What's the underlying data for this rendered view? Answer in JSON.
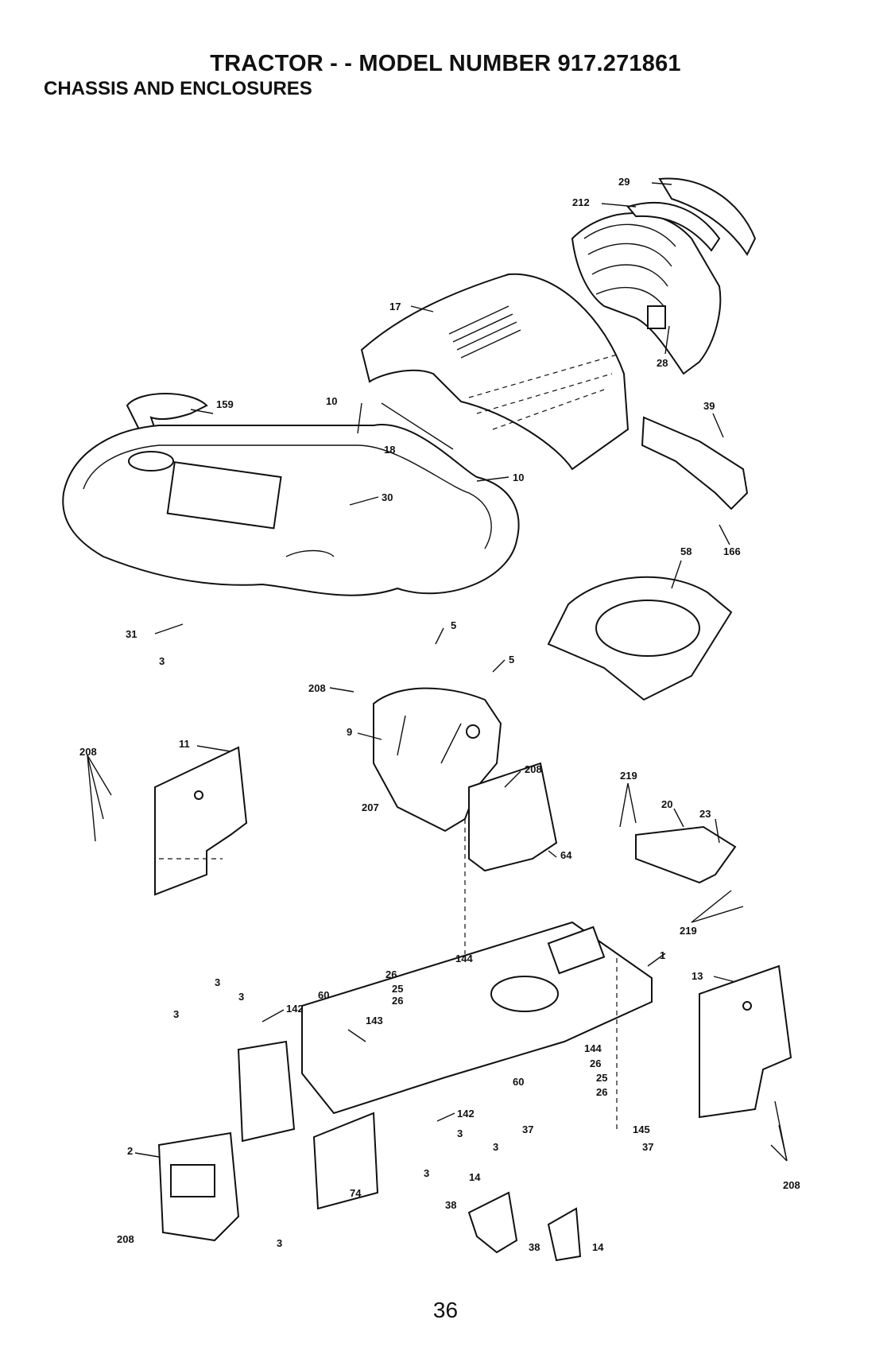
{
  "header": {
    "title": "TRACTOR - - MODEL NUMBER 917.271861",
    "subtitle": "CHASSIS AND ENCLOSURES"
  },
  "callouts": {
    "c29": "29",
    "c212": "212",
    "c17": "17",
    "c28": "28",
    "c159": "159",
    "c10a": "10",
    "c18": "18",
    "c10b": "10",
    "c30": "30",
    "c39": "39",
    "c166": "166",
    "c58": "58",
    "c31": "31",
    "c3a": "3",
    "c5a": "5",
    "c5b": "5",
    "c208a": "208",
    "c9": "9",
    "c208b": "208",
    "c11": "11",
    "c208c": "208",
    "c207": "207",
    "c64": "64",
    "c219a": "219",
    "c20": "20",
    "c23": "23",
    "c219b": "219",
    "c144a": "144",
    "c26a": "26",
    "c25a": "25",
    "c26b": "26",
    "c1": "1",
    "c13": "13",
    "c3b": "3",
    "c3c": "3",
    "c3d": "3",
    "c60a": "60",
    "c142a": "142",
    "c143": "143",
    "c144b": "144",
    "c26c": "26",
    "c60b": "60",
    "c25b": "25",
    "c26d": "26",
    "c142b": "142",
    "c3e": "3",
    "c3f": "3",
    "c37a": "37",
    "c145": "145",
    "c37b": "37",
    "c208d": "208",
    "c2": "2",
    "c3g": "3",
    "c74": "74",
    "c14a": "14",
    "c38a": "38",
    "c208e": "208",
    "c3h": "3",
    "c38b": "38",
    "c14b": "14"
  },
  "footer": {
    "page_number": "36"
  }
}
